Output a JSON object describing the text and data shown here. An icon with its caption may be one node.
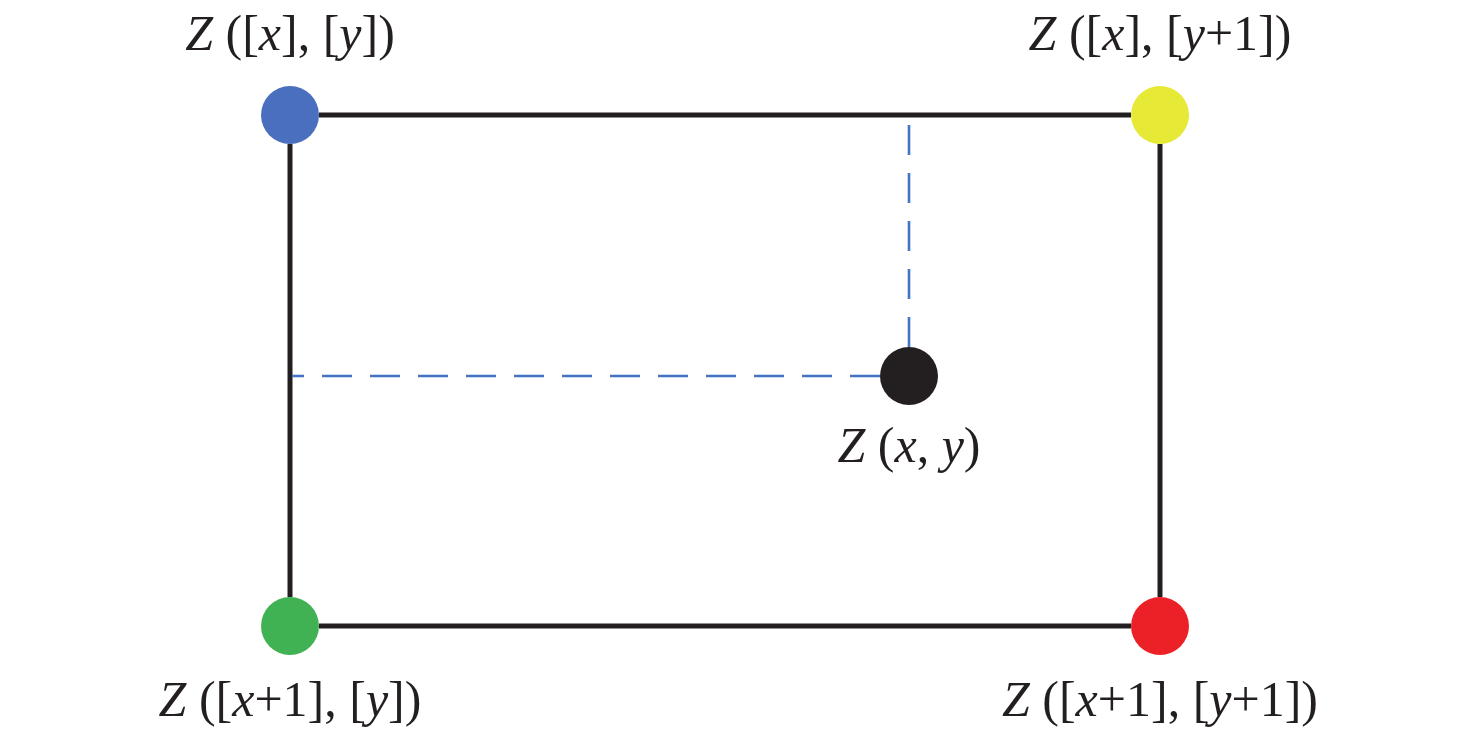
{
  "diagram": {
    "nodes": [
      {
        "text": [],
        "shape": "circle",
        "beside": [
          "*Z* ([*x*], [*y*])"
        ]
      },
      {
        "text": [],
        "shape": "circle",
        "beside": [
          "*Z* ([*x*], [*y*+1])"
        ]
      },
      {
        "text": [],
        "shape": "circle",
        "beside": [
          "*Z* (*x*, *y*)"
        ]
      },
      {
        "text": [],
        "shape": "circle",
        "beside": [
          "*Z* ([*x*+1], [*y*])"
        ]
      },
      {
        "text": [],
        "shape": "circle",
        "beside": [
          "*Z* ([*x*+1], [*y*+1])"
        ]
      }
    ],
    "edges": [
      {
        "from": 0,
        "to": 1,
        "arrow": "none"
      },
      {
        "from": 0,
        "to": 3,
        "arrow": "none"
      },
      {
        "from": 1,
        "to": 4,
        "arrow": "none"
      },
      {
        "from": 3,
        "to": 4,
        "arrow": "none"
      },
      {
        "from": 2,
        "to": null,
        "arrow": "none",
        "style": "dashed",
        "color": "#4472c4"
      },
      {
        "from": 2,
        "to": null,
        "arrow": "none",
        "style": "dashed",
        "color": "#4472c4"
      }
    ]
  }
}
